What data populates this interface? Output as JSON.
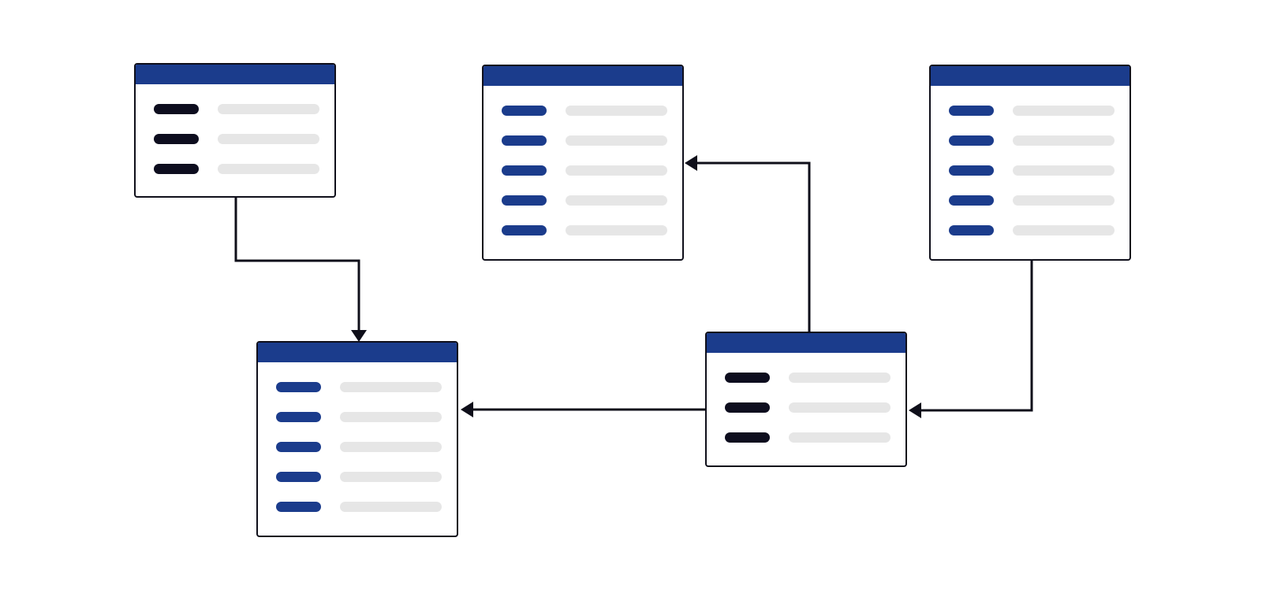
{
  "colors": {
    "header": "#1b3c8c",
    "key_primary": "#1b3c8c",
    "key_dark": "#0d0d1e",
    "placeholder": "#e6e6e6",
    "border": "#0f0f1a",
    "connector": "#0f0f1a"
  },
  "tables": [
    {
      "id": "table-a",
      "rows": 3,
      "key_style": "dark"
    },
    {
      "id": "table-b",
      "rows": 5,
      "key_style": "primary"
    },
    {
      "id": "table-c",
      "rows": 5,
      "key_style": "primary"
    },
    {
      "id": "table-d",
      "rows": 5,
      "key_style": "primary"
    },
    {
      "id": "table-e",
      "rows": 3,
      "key_style": "dark"
    }
  ],
  "connections": [
    {
      "from": "table-a",
      "to": "table-d"
    },
    {
      "from": "table-e",
      "to": "table-b"
    },
    {
      "from": "table-c",
      "to": "table-e"
    },
    {
      "from": "table-e",
      "to": "table-d"
    }
  ]
}
